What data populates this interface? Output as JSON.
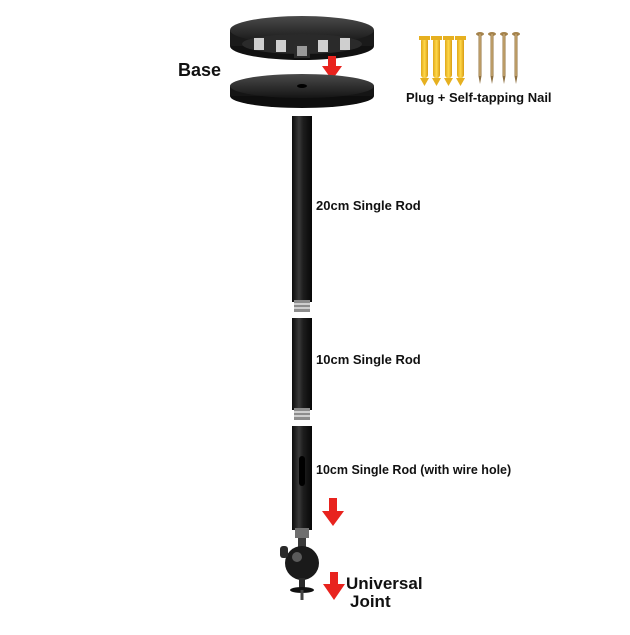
{
  "labels": {
    "base": "Base",
    "plug_nail": "Plug + Self-tapping Nail",
    "rod_20": "20cm Single Rod",
    "rod_10": "10cm Single Rod",
    "rod_10_wire": "10cm Single Rod (with wire hole)",
    "universal_joint_line1": "Universal",
    "universal_joint_line2": "Joint"
  },
  "colors": {
    "arrow": "#e8231e",
    "rod": "#1a1a1a",
    "plug": "#f2c230",
    "nail": "#b8965a",
    "text": "#111111"
  },
  "icons": [
    "down-arrow-icon"
  ]
}
